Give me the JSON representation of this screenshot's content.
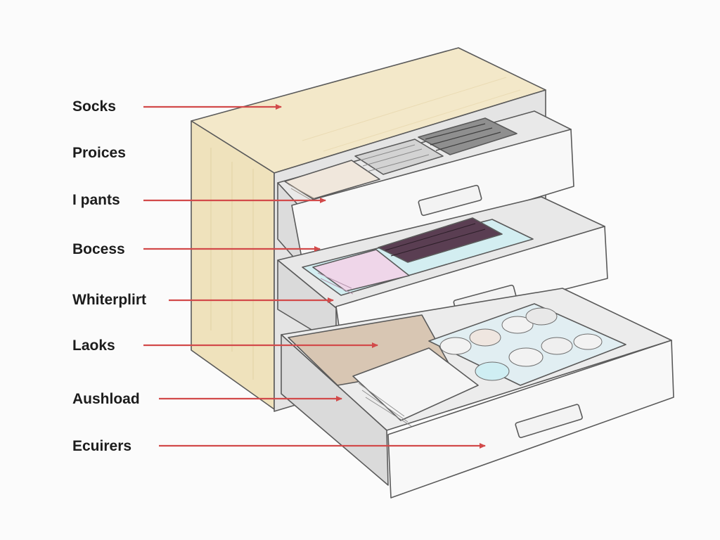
{
  "callouts": [
    "Socks",
    "Proices",
    "I pants",
    "Bocess",
    "Whiterplirt",
    "Laoks",
    "Aushload",
    "Ecuirers"
  ],
  "colors": {
    "arrow": "#d24a4a",
    "cabinet_wood": "#f1e6c6",
    "cabinet_wood_dark": "#e7d8b0",
    "drawer_white": "#f7f7f7",
    "drawer_inner": "#e6e6e6",
    "outline": "#5a5a5a",
    "tray_blue": "#cfeef2"
  }
}
